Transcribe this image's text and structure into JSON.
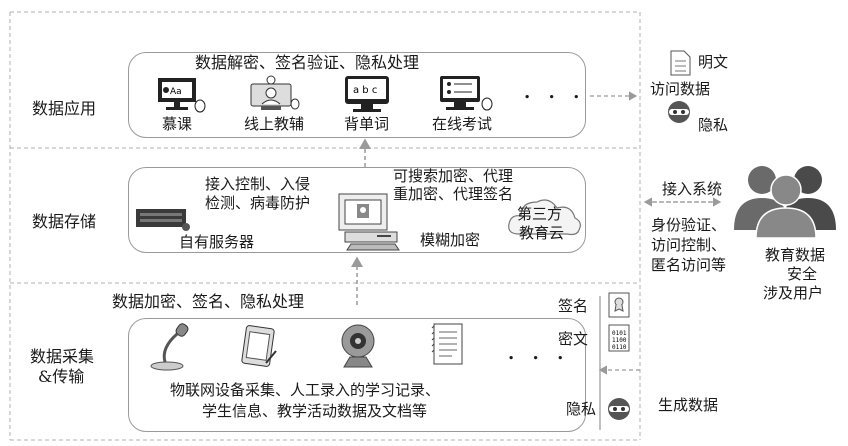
{
  "layers": {
    "application": {
      "label": "数据应用",
      "header": "数据解密、签名验证、隐私处理",
      "apps": [
        "慕课",
        "线上教辅",
        "背单词",
        "在线考试"
      ],
      "more": ". . ."
    },
    "storage": {
      "label": "数据存储",
      "left_text_line1": "接入控制、入侵",
      "left_text_line2": "检测、病毒防护",
      "server_label": "自有服务器",
      "right_text_line1": "可搜索加密、代理",
      "right_text_line2": "重加密、代理签名",
      "fuzzy_label": "模糊加密",
      "cloud_line1": "第三方",
      "cloud_line2": "教育云"
    },
    "collection": {
      "label_line1": "数据采集",
      "label_line2": "&传输",
      "header": "数据加密、签名、隐私处理",
      "desc_line1": "物联网设备采集、人工录入的学习记录、",
      "desc_line2": "学生信息、教学活动数据及文档等",
      "more": ". . .",
      "signature": "签名",
      "ciphertext": "密文",
      "privacy": "隐私"
    }
  },
  "right_side": {
    "plaintext": "明文",
    "access_data": "访问数据",
    "privacy": "隐私",
    "access_system": "接入系统",
    "auth_line1": "身份验证、",
    "auth_line2": "访问控制、",
    "auth_line3": "匿名访问等",
    "users_line1": "教育数据",
    "users_line2": "安全",
    "users_line3": "涉及用户",
    "generate_data": "生成数据"
  }
}
